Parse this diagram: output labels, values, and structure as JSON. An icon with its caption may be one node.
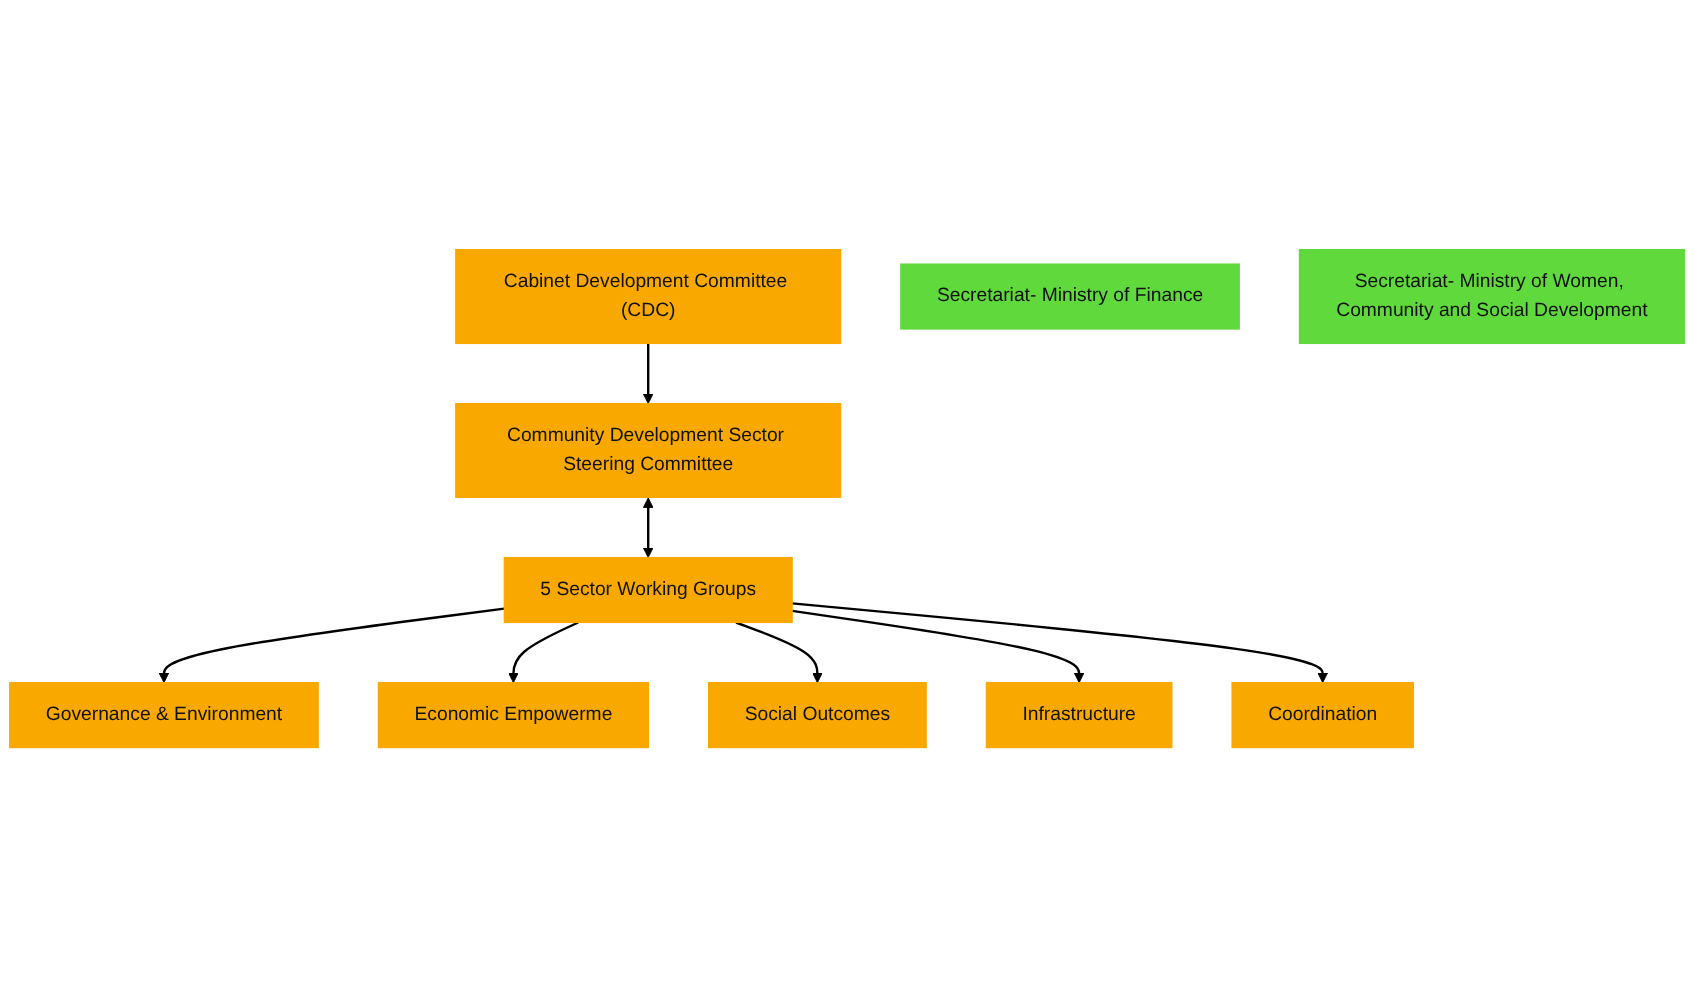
{
  "diagram": {
    "nodes": [
      {
        "text": [
          "Cabinet Development Committee (CDC)"
        ]
      },
      {
        "text": [
          "Secretariat- Ministry of Finance"
        ]
      },
      {
        "text": [
          "Community Development Sector Steering Committee"
        ]
      },
      {
        "text": [
          "Secretariat- Ministry of Women, Community and Social Development"
        ]
      },
      {
        "text": [
          "5 Sector Working Groups"
        ]
      },
      {
        "text": [
          "Governance & Environment"
        ]
      },
      {
        "text": [
          "Economic Empowerme"
        ]
      },
      {
        "text": [
          "Social Outcomes"
        ]
      },
      {
        "text": [
          "Infrastructure"
        ]
      },
      {
        "text": [
          "Coordination"
        ]
      }
    ],
    "edges": [
      {
        "from": 0,
        "to": 2,
        "arrow": "to"
      },
      {
        "from": 2,
        "to": 4,
        "arrow": "both"
      },
      {
        "from": 4,
        "to": 5,
        "arrow": "to"
      },
      {
        "from": 4,
        "to": 6,
        "arrow": "to"
      },
      {
        "from": 4,
        "to": 7,
        "arrow": "to"
      },
      {
        "from": 4,
        "to": 8,
        "arrow": "to"
      },
      {
        "from": 4,
        "to": 9,
        "arrow": "to"
      }
    ]
  }
}
